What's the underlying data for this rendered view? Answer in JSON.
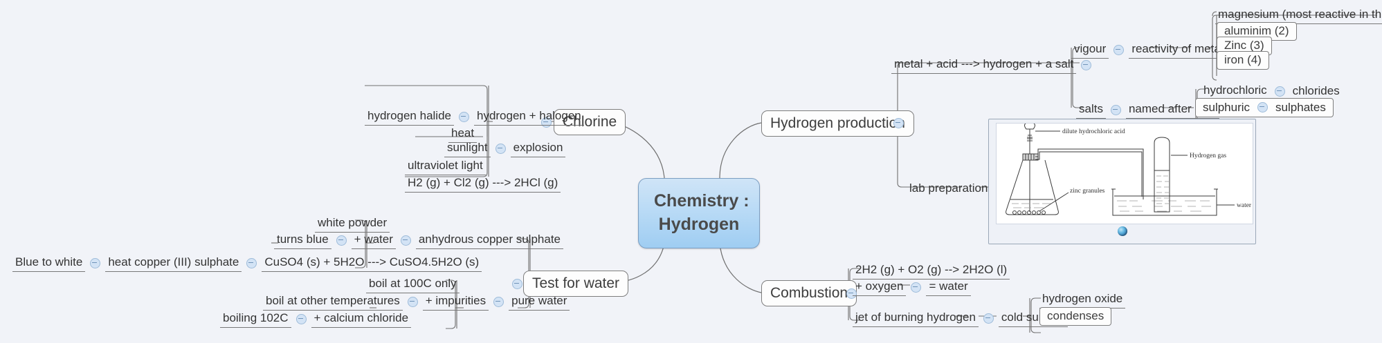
{
  "app": {
    "type": "mindmap",
    "background": "#f1f3f8",
    "accent": "#9fcdf2",
    "toggle_icon": "collapse-minus-icon"
  },
  "root": {
    "line1": "Chemistry :",
    "line2": "Hydrogen"
  },
  "branches": {
    "hydrogen_production": {
      "label": "Hydrogen production",
      "children": {
        "metal_acid": {
          "label": "metal + acid ---> hydrogen + a salt",
          "children": {
            "vigour": {
              "label": "vigour",
              "child": {
                "label": "reactivity of metal",
                "items": [
                  "magnesium (most reactive in this list)",
                  "aluminim (2)",
                  "Zinc (3)",
                  "iron (4)"
                ]
              }
            },
            "salts": {
              "label": "salts",
              "child": {
                "label": "named after acid",
                "pairs": [
                  {
                    "acid": "hydrochloric",
                    "salt": "chlorides"
                  },
                  {
                    "acid": "sulphuric",
                    "salt": "sulphates"
                  }
                ]
              }
            }
          }
        },
        "lab_preparation": {
          "label": "lab preparation",
          "image": {
            "name": "hydrogen-lab-preparation-diagram",
            "labels": [
              "dilute hydrochloric acid",
              "Hydrogen gas",
              "zinc granules",
              "water"
            ],
            "attachment_icon": "globe-icon"
          }
        }
      }
    },
    "chlorine": {
      "label": "Chlorine",
      "child": {
        "label": "explosion",
        "conditions": [
          "heat",
          "sunlight",
          "ultraviolet light"
        ],
        "equation": "H2 (g) + Cl2 (g) ---> 2HCl (g)",
        "parent_chain": {
          "left": "hydrogen halide",
          "right": "hydrogen + halogen"
        }
      }
    },
    "test_for_water": {
      "label": "Test for water",
      "children": {
        "anhydrous": {
          "label": "anhydrous copper sulphate",
          "sub": {
            "label": "+ water",
            "notes": [
              "white powder",
              "turns blue"
            ],
            "left_chain": {
              "a": "Blue to white",
              "b": "heat copper (III) sulphate",
              "c": "CuSO4 (s) + 5H2O ---> CuSO4.5H2O (s)"
            }
          }
        },
        "pure_water": {
          "label": "pure water",
          "sub": {
            "label": "+ impurities",
            "notes": [
              "boil at 100C only",
              "boil at other temperatures"
            ],
            "left_chain": {
              "a": "boiling 102C",
              "b": "+ calcium chloride"
            }
          }
        }
      }
    },
    "combustion": {
      "label": "Combustion",
      "children": {
        "oxygen": {
          "label": "+ oxygen",
          "right": "= water",
          "equation": "2H2 (g) + O2 (g) --> 2H2O (l)"
        },
        "jet": {
          "label": "jet of burning hydrogen",
          "right": "cold surface",
          "items": [
            "hydrogen oxide",
            "condenses"
          ]
        }
      }
    }
  }
}
